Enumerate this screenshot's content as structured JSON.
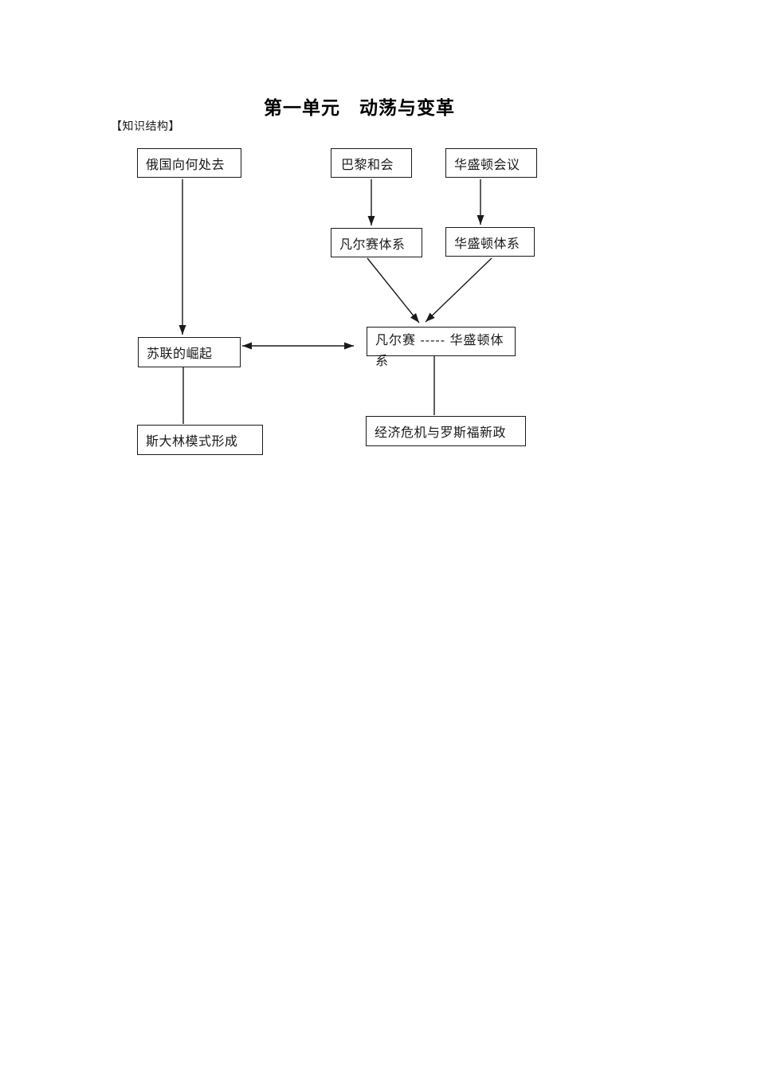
{
  "page": {
    "title": "第一单元　动荡与变革",
    "section_label": "【知识结构】"
  },
  "colors": {
    "ink": "#1a1a1a",
    "background": "#ffffff"
  },
  "diagram": {
    "nodes": [
      {
        "id": "russia",
        "label": "俄国向何处去"
      },
      {
        "id": "paris",
        "label": "巴黎和会"
      },
      {
        "id": "washconf",
        "label": "华盛顿会议"
      },
      {
        "id": "versailles",
        "label": "凡尔赛体系"
      },
      {
        "id": "washsys",
        "label": "华盛顿体系"
      },
      {
        "id": "soviet",
        "label": "苏联的崛起"
      },
      {
        "id": "vw",
        "label": "凡尔赛 ----- 华盛顿体系"
      },
      {
        "id": "stalin",
        "label": "斯大林模式形成"
      },
      {
        "id": "crisis",
        "label": "经济危机与罗斯福新政"
      }
    ],
    "edges": [
      {
        "from": "俄国向何处去",
        "to": "苏联的崛起",
        "style": "arrow"
      },
      {
        "from": "巴黎和会",
        "to": "凡尔赛体系",
        "style": "arrow"
      },
      {
        "from": "华盛顿会议",
        "to": "华盛顿体系",
        "style": "arrow"
      },
      {
        "from": "凡尔赛体系",
        "to": "凡尔赛 ----- 华盛顿体系",
        "style": "arrow"
      },
      {
        "from": "华盛顿体系",
        "to": "凡尔赛 ----- 华盛顿体系",
        "style": "arrow"
      },
      {
        "from": "苏联的崛起",
        "to": "凡尔赛 ----- 华盛顿体系",
        "style": "double-arrow"
      },
      {
        "from": "苏联的崛起",
        "to": "斯大林模式形成",
        "style": "line"
      },
      {
        "from": "凡尔赛 ----- 华盛顿体系",
        "to": "经济危机与罗斯福新政",
        "style": "line"
      }
    ]
  }
}
